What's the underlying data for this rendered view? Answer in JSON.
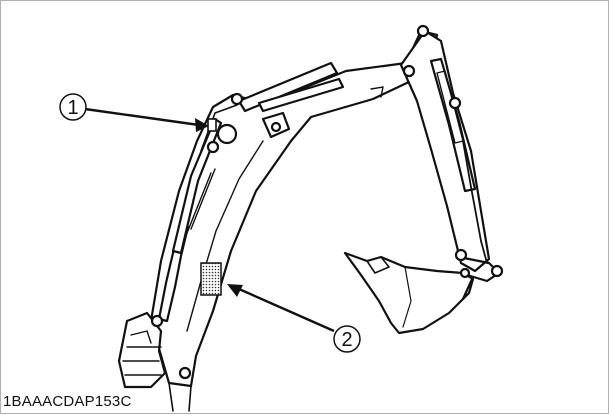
{
  "figure": {
    "code": "1BAAACDAP153C",
    "callouts": [
      {
        "id": "callout-1",
        "label": "1"
      },
      {
        "id": "callout-2",
        "label": "2"
      }
    ]
  },
  "colors": {
    "line": "#111111",
    "fill": "#ffffff",
    "shade": "#d9d9d9",
    "border": "#b0b0b0"
  }
}
